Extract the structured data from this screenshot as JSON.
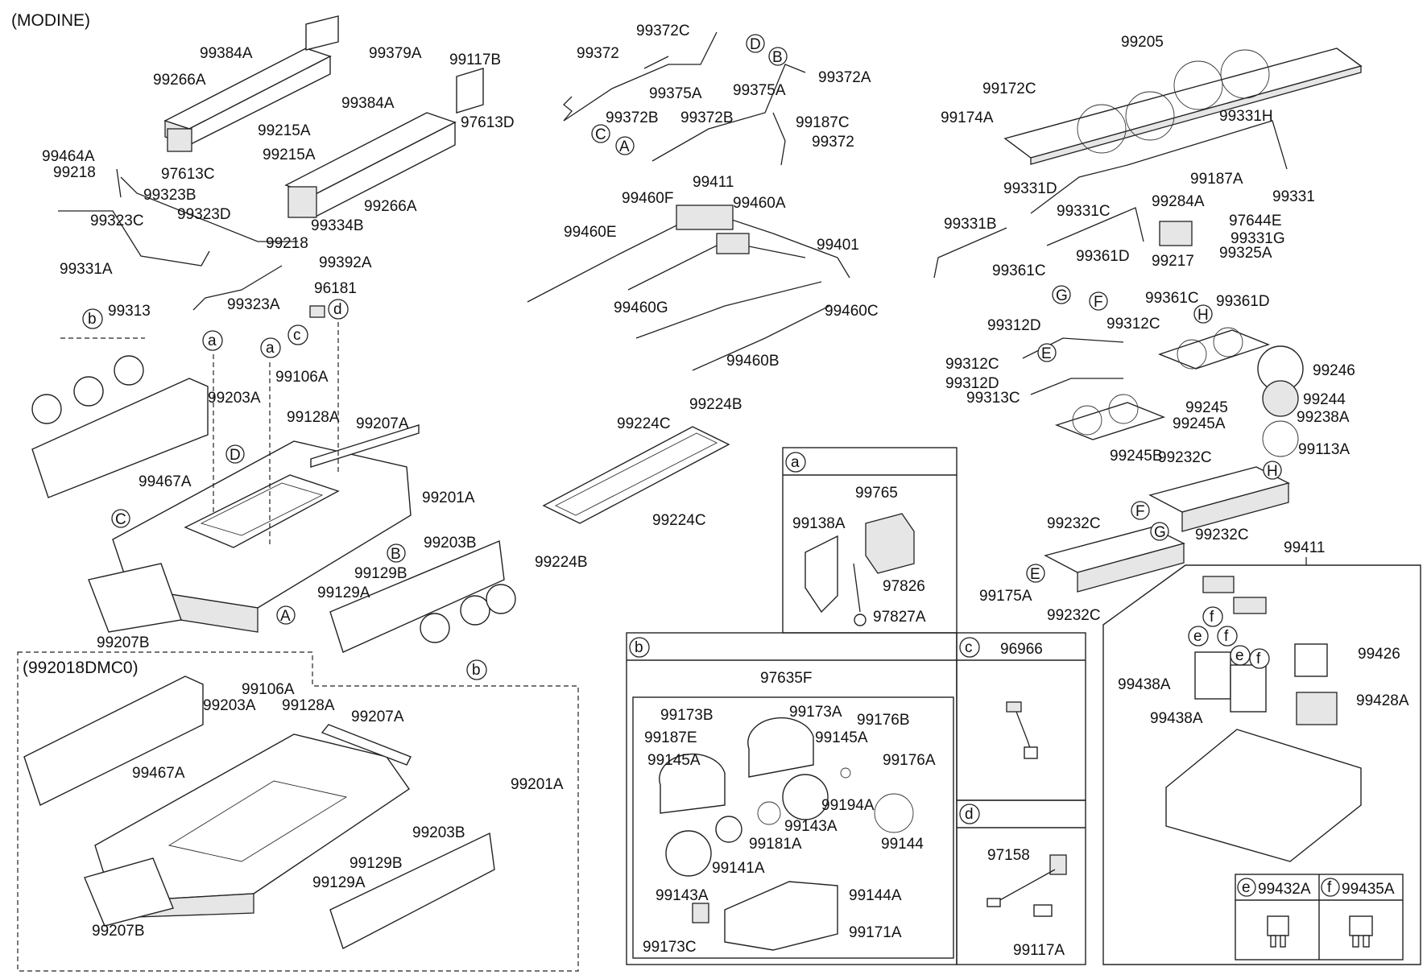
{
  "header": {
    "variant_top": "(MODINE)",
    "variant_box": "(992018DMC0)"
  },
  "labels": {
    "l99379A": "99379A",
    "l99384A_1": "99384A",
    "l99266A_1": "99266A",
    "l99215A_1": "99215A",
    "l99117B": "99117B",
    "l99384A_2": "99384A",
    "l97613D": "97613D",
    "l99464A": "99464A",
    "l99218_1": "99218",
    "l97613C": "97613C",
    "l99215A_2": "99215A",
    "l99323B": "99323B",
    "l99266A_2": "99266A",
    "l99323C": "99323C",
    "l99323D": "99323D",
    "l99334B": "99334B",
    "l99218_2": "99218",
    "l99331A": "99331A",
    "l99392A": "99392A",
    "l99323A": "99323A",
    "l99313": "99313",
    "l96181": "96181",
    "l99372C": "99372C",
    "l99372_1": "99372",
    "l99372A": "99372A",
    "l99375A_1": "99375A",
    "l99375A_2": "99375A",
    "l99372B_1": "99372B",
    "l99372B_2": "99372B",
    "l99187C": "99187C",
    "l99372_2": "99372",
    "l99411_top": "99411",
    "l99460F": "99460F",
    "l99460A": "99460A",
    "l99460E": "99460E",
    "l99401": "99401",
    "l99460G": "99460G",
    "l99460C": "99460C",
    "l99460B": "99460B",
    "l99205": "99205",
    "l99172C": "99172C",
    "l99174A": "99174A",
    "l99331H": "99331H",
    "l99331D": "99331D",
    "l99187A": "99187A",
    "l99331": "99331",
    "l99284A": "99284A",
    "l99331C": "99331C",
    "l97644E": "97644E",
    "l99331B": "99331B",
    "l99331G": "99331G",
    "l99361D_1": "99361D",
    "l99217": "99217",
    "l99325A": "99325A",
    "l99361C_1": "99361C",
    "l99361C_2": "99361C",
    "l99361D_2": "99361D",
    "l99312D_1": "99312D",
    "l99312C_1": "99312C",
    "l99312C_2": "99312C",
    "l99312D_2": "99312D",
    "l99313C": "99313C",
    "l99246": "99246",
    "l99245": "99245",
    "l99244": "99244",
    "l99245A": "99245A",
    "l99238A": "99238A",
    "l99245B": "99245B",
    "l99232C_1": "99232C",
    "l99113A": "99113A",
    "l99232C_2": "99232C",
    "l99232C_3": "99232C",
    "l99175A": "99175A",
    "l99232C_4": "99232C",
    "l99203A_1": "99203A",
    "l99106A_1": "99106A",
    "l99128A_1": "99128A",
    "l99207A_1": "99207A",
    "l99467A_1": "99467A",
    "l99201A_1": "99201A",
    "l99203B_1": "99203B",
    "l99129B_1": "99129B",
    "l99129A_1": "99129A",
    "l99207B_1": "99207B",
    "l99224B_1": "99224B",
    "l99224C_1": "99224C",
    "l99224C_2": "99224C",
    "l99224B_2": "99224B",
    "l99106A_2": "99106A",
    "l99203A_2": "99203A",
    "l99128A_2": "99128A",
    "l99207A_2": "99207A",
    "l99467A_2": "99467A",
    "l99201A_2": "99201A",
    "l99203B_2": "99203B",
    "l99129B_2": "99129B",
    "l99129A_2": "99129A",
    "l99207B_2": "99207B",
    "l99765": "99765",
    "l99138A": "99138A",
    "l97826": "97826",
    "l97827A": "97827A",
    "l97635F": "97635F",
    "l99173B": "99173B",
    "l99173A": "99173A",
    "l99176B": "99176B",
    "l99187E": "99187E",
    "l99145A_1": "99145A",
    "l99145A_2": "99145A",
    "l99176A": "99176A",
    "l99194A": "99194A",
    "l99143A_1": "99143A",
    "l99181A": "99181A",
    "l99144": "99144",
    "l99141A": "99141A",
    "l99143A_2": "99143A",
    "l99144A": "99144A",
    "l99171A": "99171A",
    "l99173C": "99173C",
    "l96966": "96966",
    "l97158": "97158",
    "l99117A": "99117A",
    "l99411_box": "99411",
    "l99426": "99426",
    "l99438A_1": "99438A",
    "l99428A": "99428A",
    "l99438A_2": "99438A",
    "l99432A": "99432A",
    "l99435A": "99435A"
  },
  "callouts": {
    "a": "a",
    "b": "b",
    "c": "c",
    "d": "d",
    "e": "e",
    "f": "f",
    "A": "A",
    "B": "B",
    "C": "C",
    "D": "D",
    "E": "E",
    "F": "F",
    "G": "G",
    "H": "H"
  },
  "sections": {
    "a": "a",
    "b": "b",
    "c": "c",
    "d": "d",
    "e": "e",
    "f": "f"
  }
}
